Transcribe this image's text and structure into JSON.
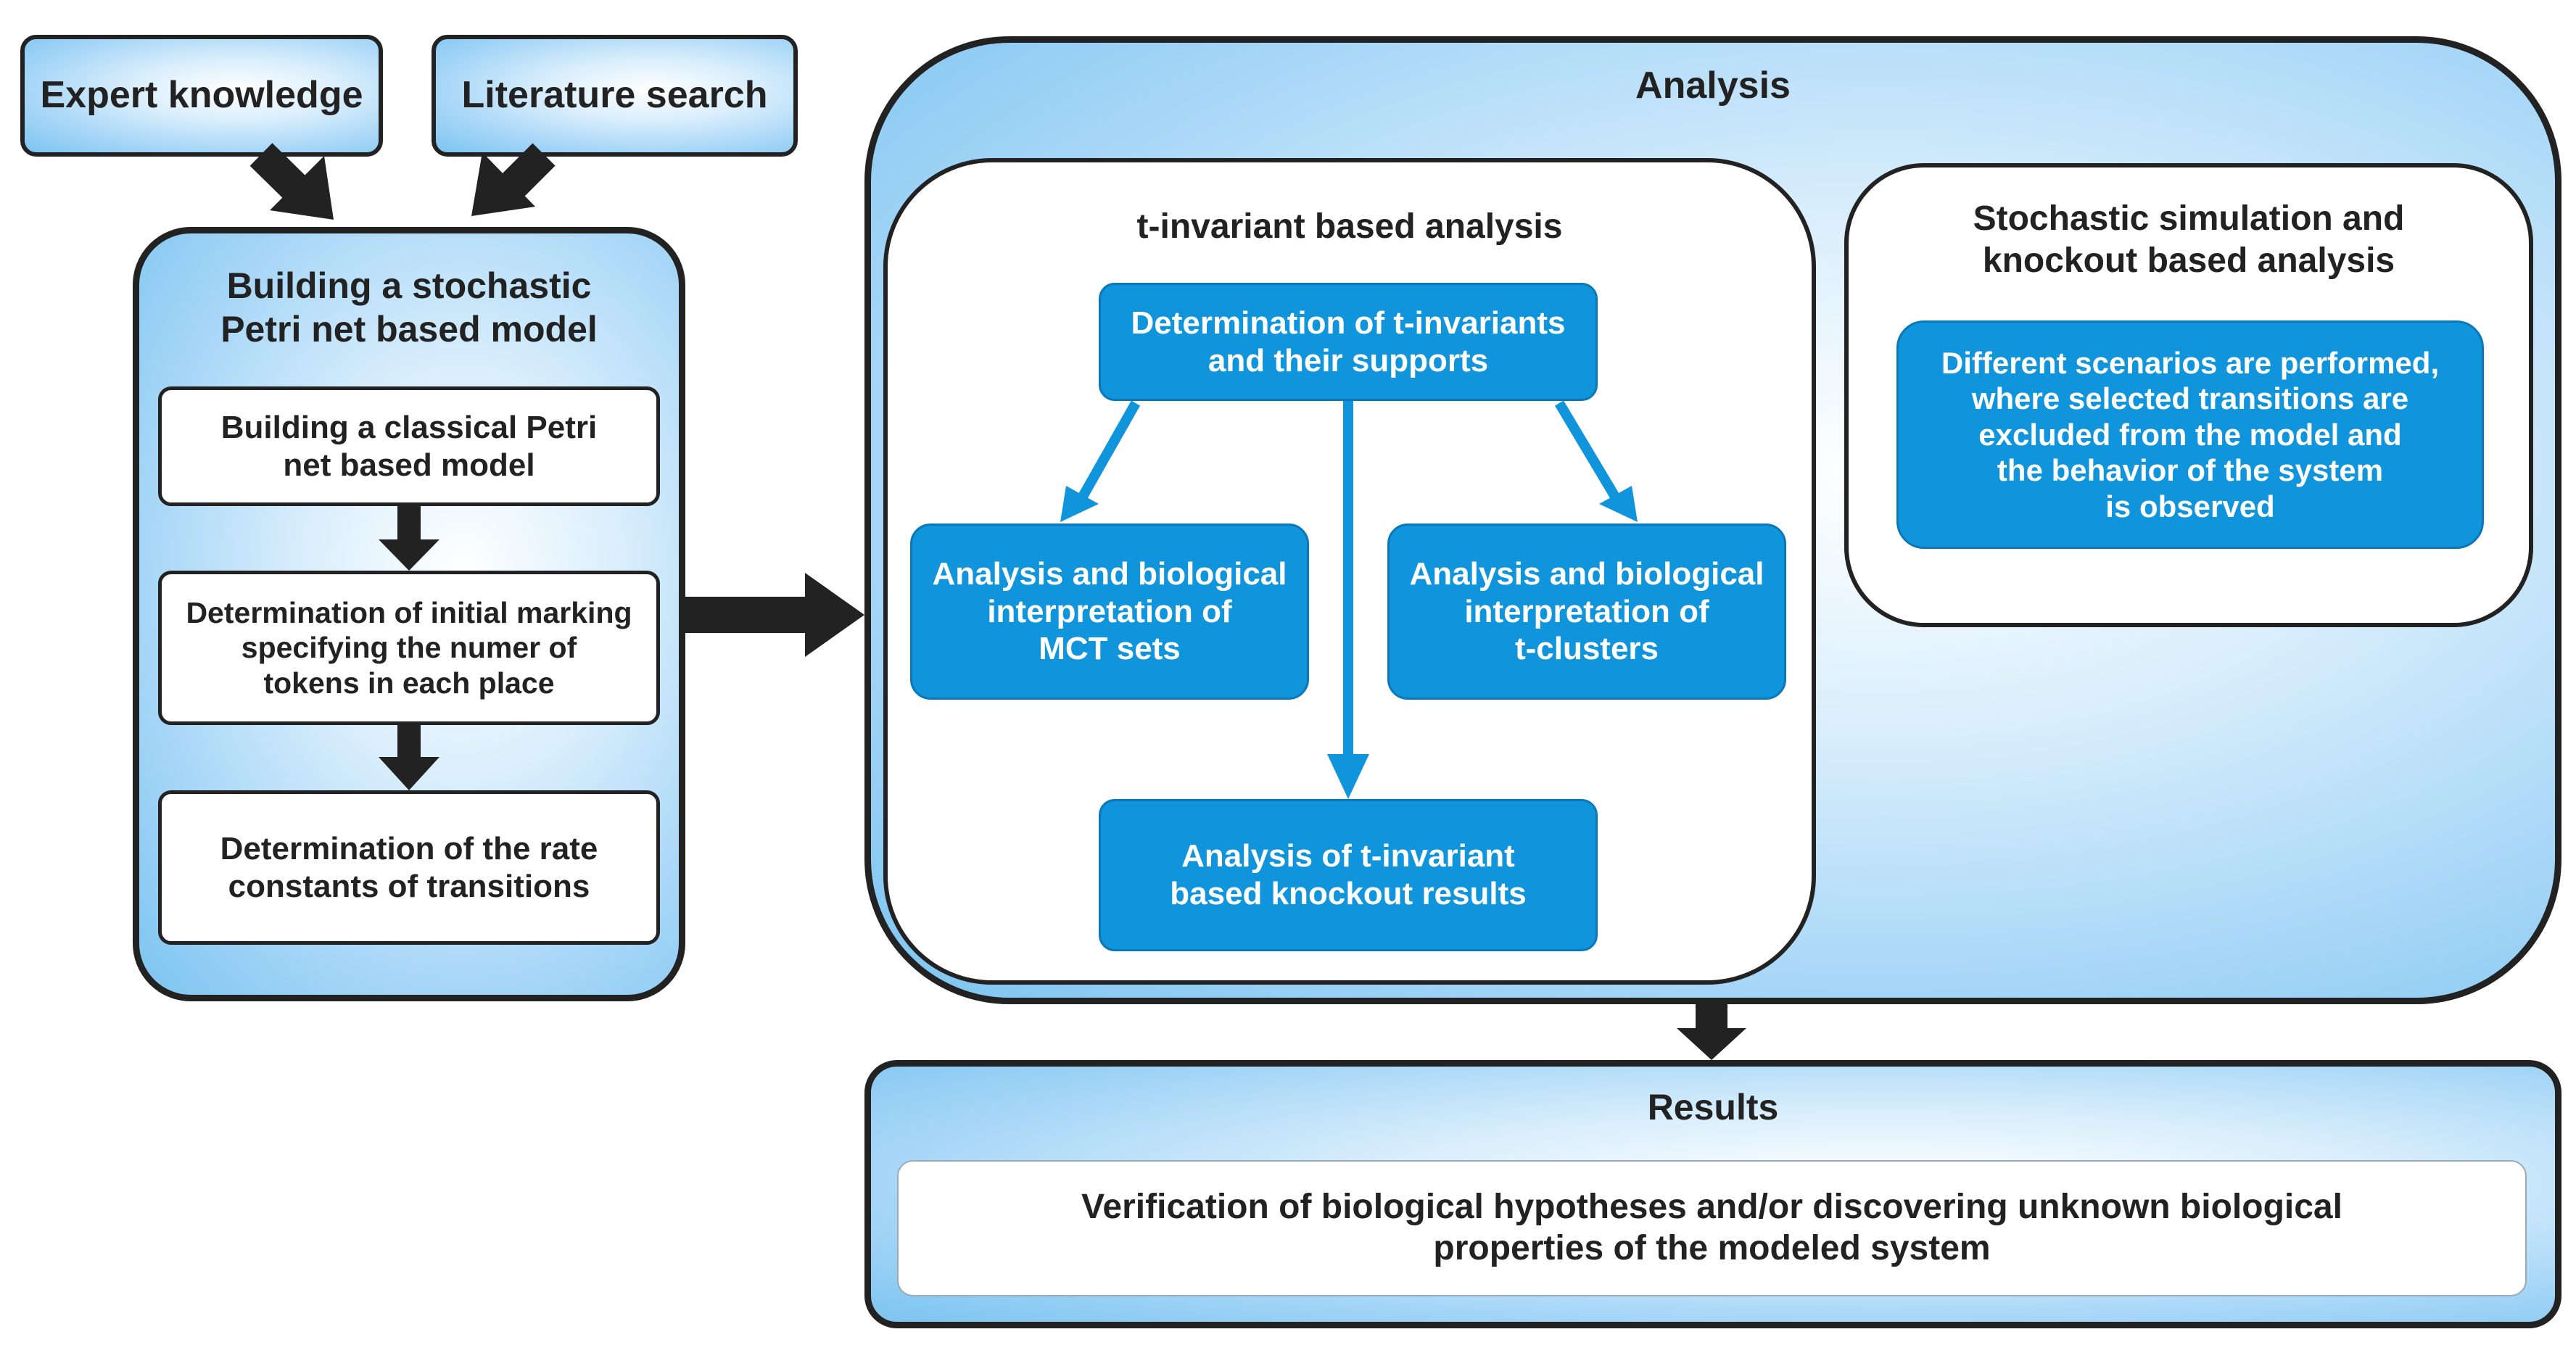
{
  "sources": {
    "expert": "Expert knowledge",
    "literature": "Literature search"
  },
  "build": {
    "title": "Building a stochastic\nPetri net based model",
    "step1": "Building a classical Petri\nnet based model",
    "step2": "Determination of initial marking\nspecifying the numer of\ntokens in each place",
    "step3": "Determination of the rate\nconstants of  transitions"
  },
  "analysis": {
    "title": "Analysis",
    "tinv": {
      "title": "t-invariant based analysis",
      "determination": "Determination of t-invariants\nand their supports",
      "mct": "Analysis and biological\ninterpretation of\nMCT sets",
      "clusters": "Analysis and biological\ninterpretation of\nt-clusters",
      "knockout": "Analysis of t-invariant\nbased knockout results"
    },
    "stochastic": {
      "title": "Stochastic simulation and\nknockout based analysis",
      "scenarios": "Different scenarios are performed,\nwhere selected transitions are\nexcluded from the model and\nthe behavior of the system\nis observed"
    }
  },
  "results": {
    "title": "Results",
    "text": "Verification of biological hypotheses and/or discovering unknown biological\nproperties of the modeled system"
  },
  "colors": {
    "border": "#222222",
    "accent_blue": "#1094dc",
    "gradient_light": "#d9eefc",
    "gradient_dark": "#7cc4f0"
  }
}
